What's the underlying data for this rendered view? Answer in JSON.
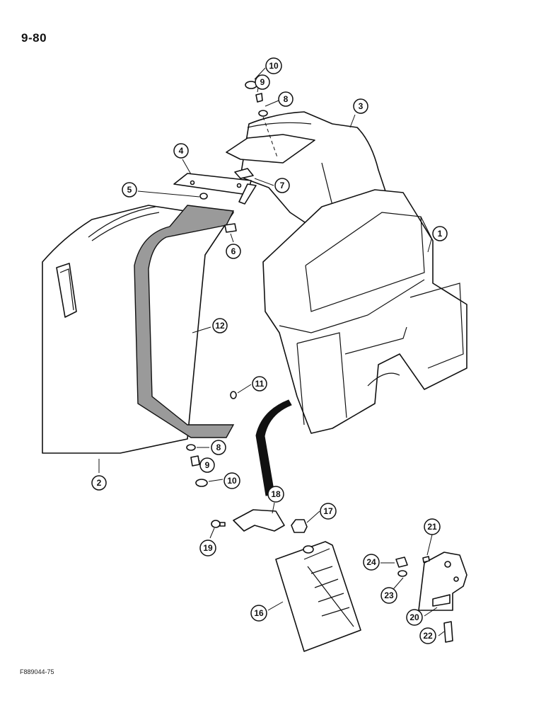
{
  "page": {
    "number": "9-80",
    "figure_code": "F889044-75"
  },
  "colors": {
    "line": "#111111",
    "background": "#ffffff",
    "gasket_fill": "#9a9a9a"
  },
  "callouts": [
    {
      "id": "c1",
      "label": "1"
    },
    {
      "id": "c2",
      "label": "2"
    },
    {
      "id": "c3",
      "label": "3"
    },
    {
      "id": "c4",
      "label": "4"
    },
    {
      "id": "c5",
      "label": "5"
    },
    {
      "id": "c6",
      "label": "6"
    },
    {
      "id": "c7",
      "label": "7"
    },
    {
      "id": "c8a",
      "label": "8"
    },
    {
      "id": "c9a",
      "label": "9"
    },
    {
      "id": "c10a",
      "label": "10"
    },
    {
      "id": "c8b",
      "label": "8"
    },
    {
      "id": "c9b",
      "label": "9"
    },
    {
      "id": "c10b",
      "label": "10"
    },
    {
      "id": "c11",
      "label": "11"
    },
    {
      "id": "c12",
      "label": "12"
    },
    {
      "id": "c16",
      "label": "16"
    },
    {
      "id": "c17",
      "label": "17"
    },
    {
      "id": "c18",
      "label": "18"
    },
    {
      "id": "c19",
      "label": "19"
    },
    {
      "id": "c20",
      "label": "20"
    },
    {
      "id": "c21",
      "label": "21"
    },
    {
      "id": "c22",
      "label": "22"
    },
    {
      "id": "c23",
      "label": "23"
    },
    {
      "id": "c24",
      "label": "24"
    }
  ]
}
